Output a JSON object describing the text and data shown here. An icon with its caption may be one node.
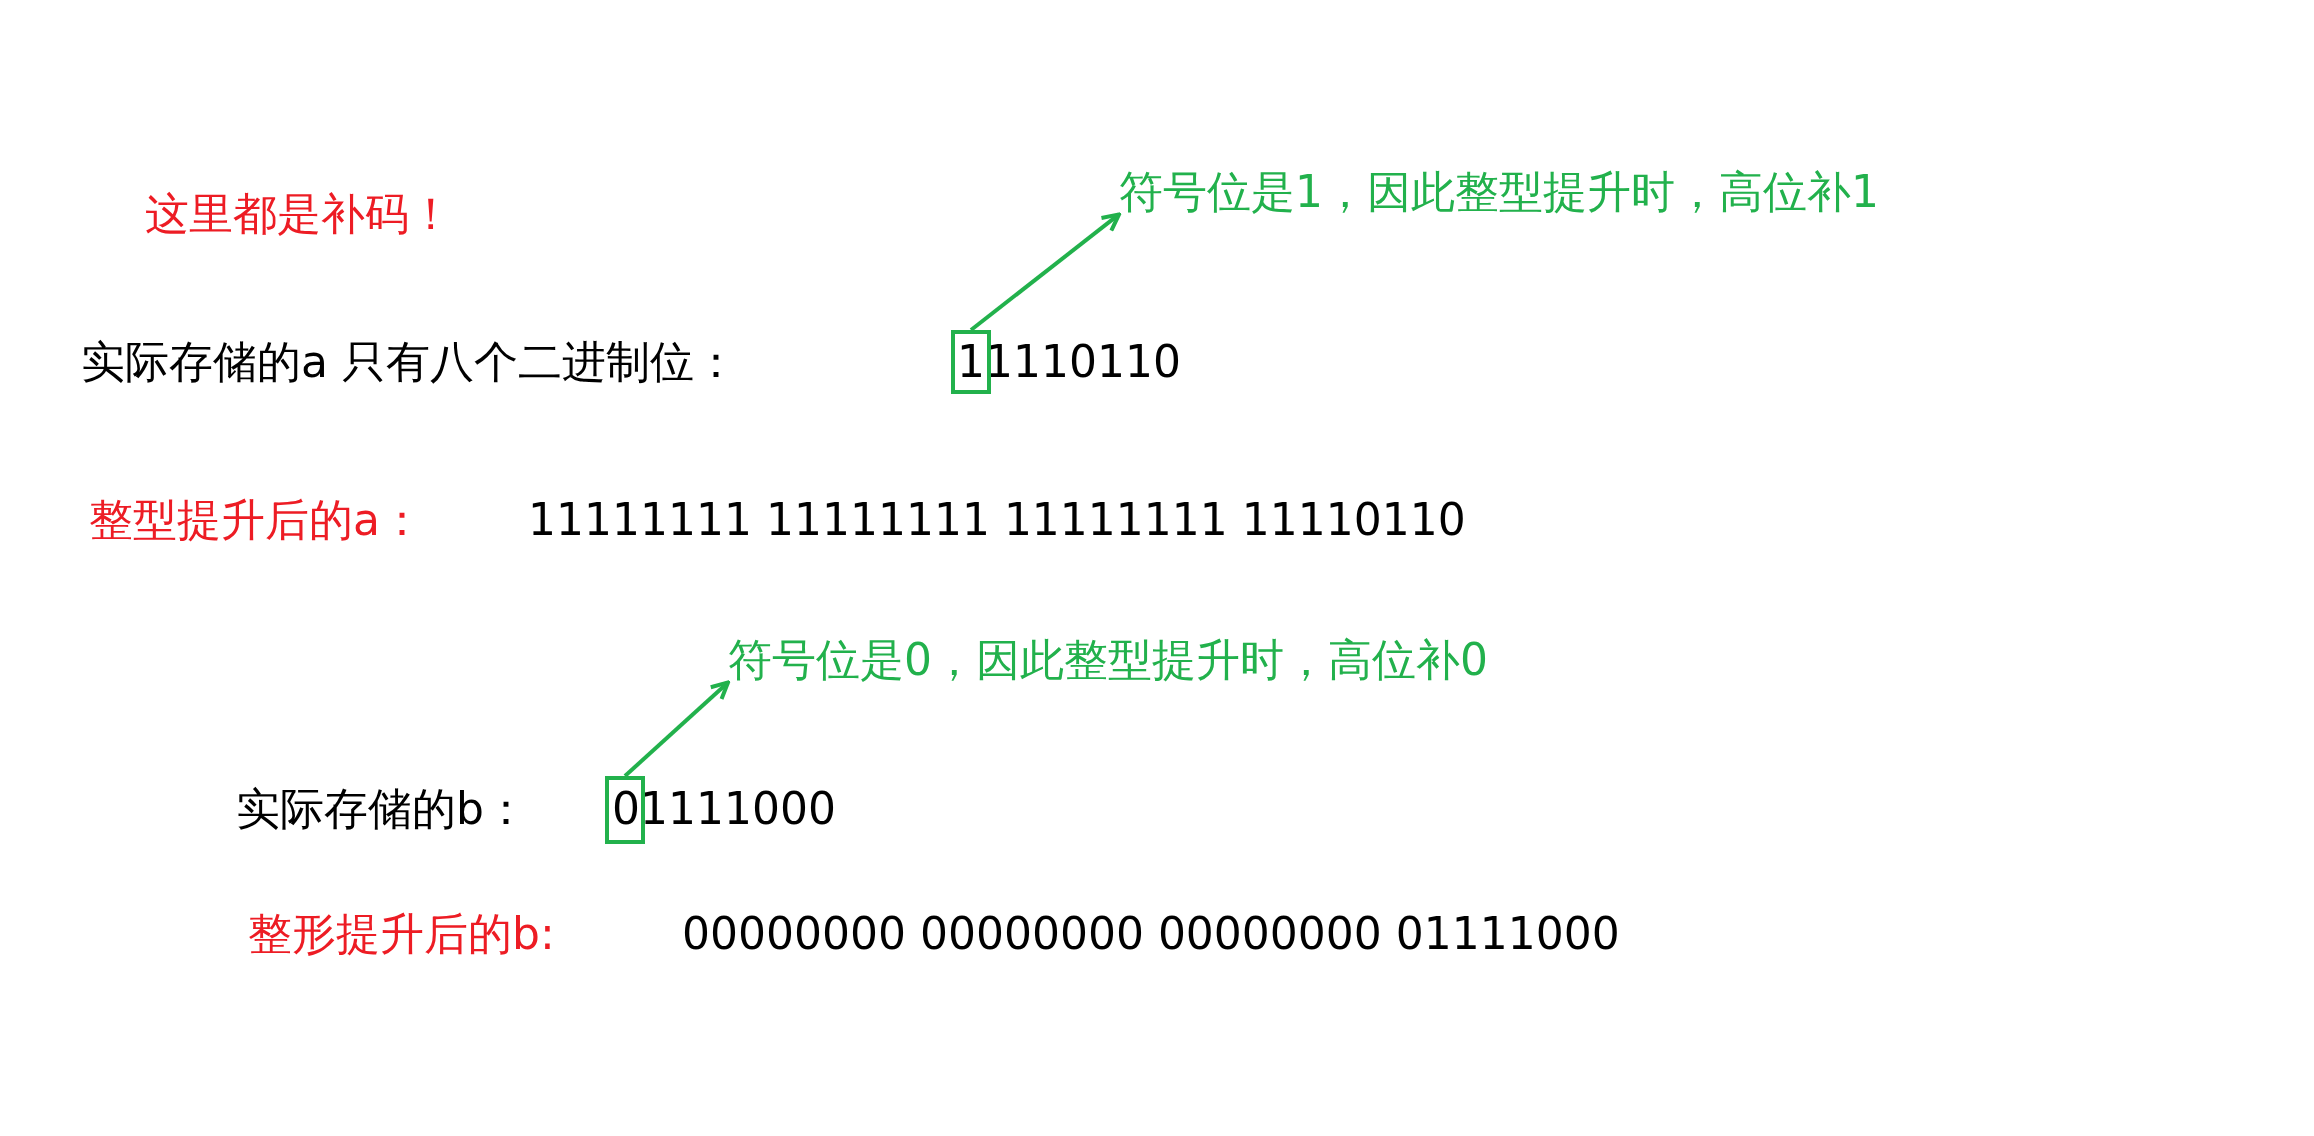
{
  "diagram": {
    "nodes": [
      {
        "text": [],
        "shape": "box"
      },
      {
        "text": [
          "符号位是1，因此整型提升时，高位补1"
        ]
      },
      {
        "text": [],
        "shape": "box"
      },
      {
        "text": [
          "符号位是0，因此整型提升时，高位补0"
        ]
      }
    ],
    "edges": [
      {
        "from": 0,
        "to": 1,
        "arrow": "to"
      },
      {
        "from": 2,
        "to": 3,
        "arrow": "to"
      }
    ],
    "labels": [
      "这里都是补码！",
      "实际存储的a 只有八个二进制位：",
      "11110110",
      "整型提升后的a：",
      "11111111 11111111 11111111 11110110",
      "实际存储的b：",
      "01111000",
      "整形提升后的b:",
      "00000000 00000000 00000000 01111000"
    ]
  }
}
